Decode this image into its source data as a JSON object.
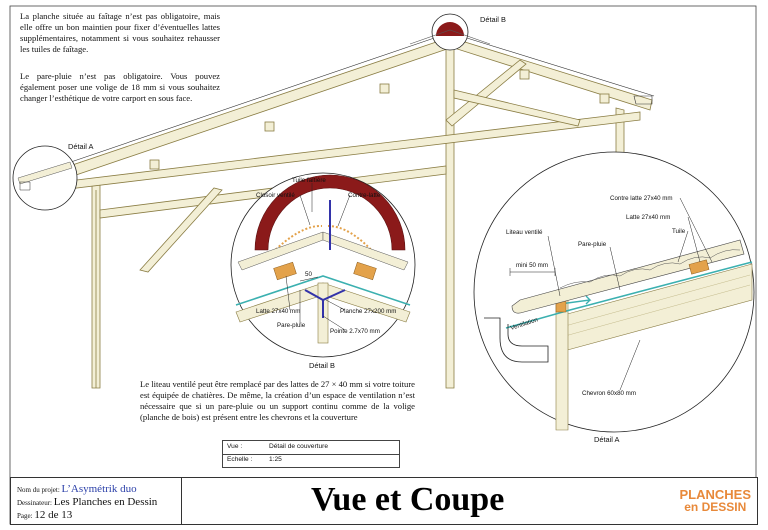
{
  "notes": {
    "top_para1": "La planche située au faîtage n’est pas obligatoire, mais elle offre un bon maintien pour fixer d’éventuelles lattes supplémentaires, notamment si vous souhaitez rehausser les tuiles de faîtage.",
    "top_para2": "Le pare-pluie n’est pas obligatoire. Vous pouvez également poser une volige de 18 mm si vous souhaitez changer l’esthétique de votre carport en sous face.",
    "bottom_para": "Le liteau ventilé peut être remplacé par des lattes de 27 × 40 mm si votre toiture est équipée de chatières. De même, la création d’un espace de ventilation n’est nécessaire que si un pare-pluie ou un support continu comme de la volige (planche de bois) est présent entre les chevrons et la couverture"
  },
  "overview": {
    "detail_a_label": "Détail A",
    "detail_b_label": "Détail B"
  },
  "detail_b": {
    "title": "Détail B",
    "labels": {
      "tuile_faitiere": "Tuile faîtière",
      "closoir": "Closoir ventilé",
      "contre_latte": "Contre-latte",
      "dim_50": "50",
      "latte": "Latte 27x40 mm",
      "pare_pluie": "Pare-pluie",
      "planche": "Planche 27x200 mm",
      "pointe": "Pointe 2.7x70 mm"
    }
  },
  "detail_a": {
    "title": "Détail A",
    "labels": {
      "contre_latte": "Contre latte 27x40 mm",
      "latte": "Latte 27x40 mm",
      "tuile": "Tuile",
      "liteau": "Liteau ventilé",
      "pare_pluie": "Pare-pluie",
      "mini": "mini 50 mm",
      "ventilation": "Ventilation",
      "chevron": "Chevron 60x80 mm"
    }
  },
  "view_info": {
    "vue_key": "Vue :",
    "vue_val": "Détail de couverture",
    "echelle_key": "Echelle :",
    "echelle_val": "1:25"
  },
  "title_block": {
    "project_key": "Nom du projet:",
    "project_val": "L’Asymétrik duo",
    "designer_key": "Dessinateur:",
    "designer_val": "Les Planches en Dessin",
    "page_key": "Page:",
    "page_val": "12 de 13",
    "title": "Vue et Coupe",
    "brand_line1": "PLANCHES",
    "brand_line2": "en DESSIN"
  },
  "colors": {
    "wood": "#e9e1b4",
    "wood_stroke": "#8a7d44",
    "tile_red": "#8b1a1a",
    "membrane": "#3bb0b0",
    "fastener_blue": "#3333aa",
    "batten": "#e3a24b",
    "brand": "#e8893a"
  }
}
